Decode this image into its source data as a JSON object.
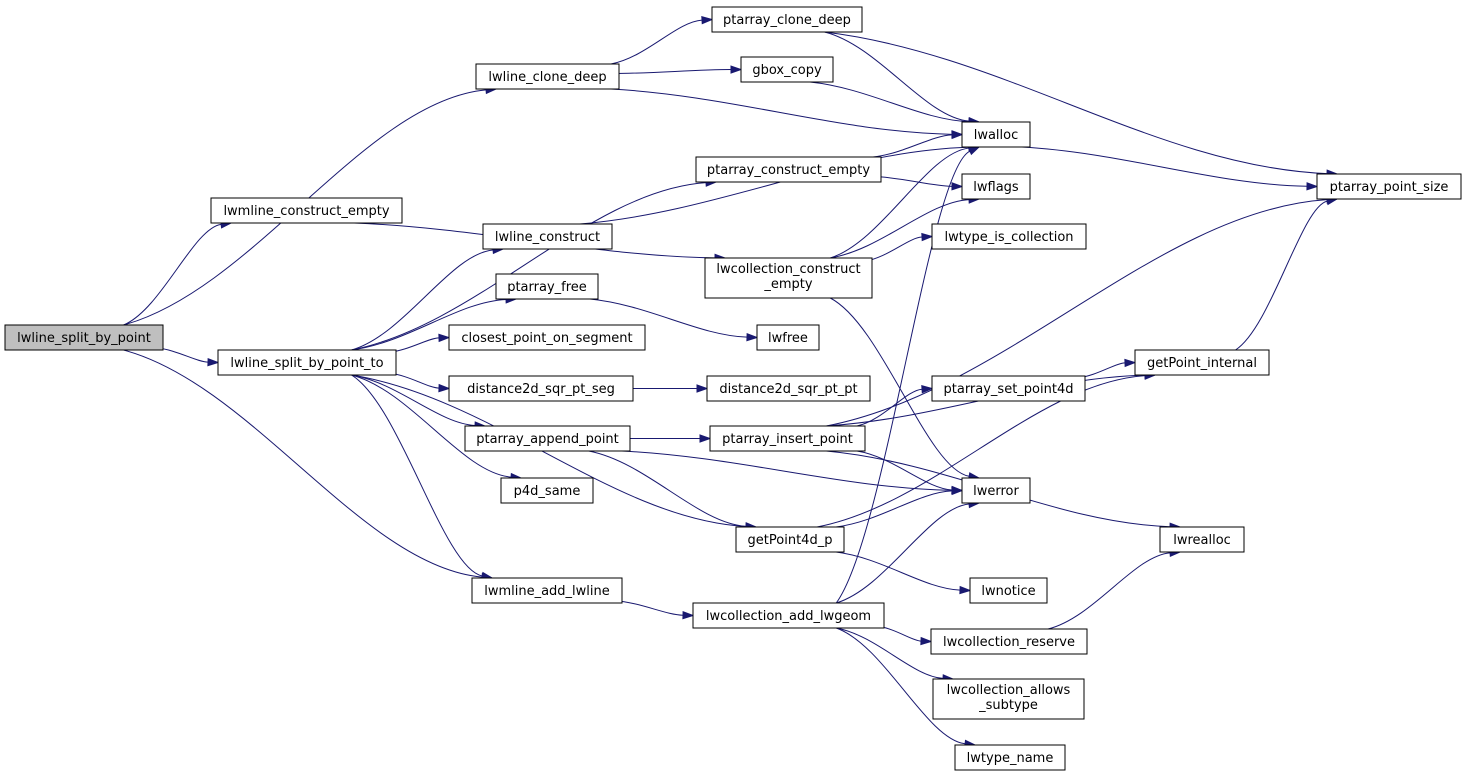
{
  "nodes": [
    {
      "id": "lwline_split_by_point",
      "lines": [
        "lwline_split_by_point"
      ],
      "root": true
    },
    {
      "id": "lwline_clone_deep",
      "lines": [
        "lwline_clone_deep"
      ]
    },
    {
      "id": "lwmline_construct_empty",
      "lines": [
        "lwmline_construct_empty"
      ]
    },
    {
      "id": "lwline_split_by_point_to",
      "lines": [
        "lwline_split_by_point_to"
      ]
    },
    {
      "id": "lwmline_add_lwline",
      "lines": [
        "lwmline_add_lwline"
      ]
    },
    {
      "id": "ptarray_clone_deep",
      "lines": [
        "ptarray_clone_deep"
      ]
    },
    {
      "id": "gbox_copy",
      "lines": [
        "gbox_copy"
      ]
    },
    {
      "id": "lwalloc",
      "lines": [
        "lwalloc"
      ]
    },
    {
      "id": "ptarray_point_size",
      "lines": [
        "ptarray_point_size"
      ]
    },
    {
      "id": "ptarray_construct_empty",
      "lines": [
        "ptarray_construct_empty"
      ]
    },
    {
      "id": "lwflags",
      "lines": [
        "lwflags"
      ]
    },
    {
      "id": "lwline_construct",
      "lines": [
        "lwline_construct"
      ]
    },
    {
      "id": "lwcollection_construct_empty",
      "lines": [
        "lwcollection_construct",
        "_empty"
      ]
    },
    {
      "id": "lwtype_is_collection",
      "lines": [
        "lwtype_is_collection"
      ]
    },
    {
      "id": "ptarray_free",
      "lines": [
        "ptarray_free"
      ]
    },
    {
      "id": "lwfree",
      "lines": [
        "lwfree"
      ]
    },
    {
      "id": "closest_point_on_segment",
      "lines": [
        "closest_point_on_segment"
      ]
    },
    {
      "id": "distance2d_sqr_pt_seg",
      "lines": [
        "distance2d_sqr_pt_seg"
      ]
    },
    {
      "id": "distance2d_sqr_pt_pt",
      "lines": [
        "distance2d_sqr_pt_pt"
      ]
    },
    {
      "id": "ptarray_append_point",
      "lines": [
        "ptarray_append_point"
      ]
    },
    {
      "id": "ptarray_insert_point",
      "lines": [
        "ptarray_insert_point"
      ]
    },
    {
      "id": "ptarray_set_point4d",
      "lines": [
        "ptarray_set_point4d"
      ]
    },
    {
      "id": "getPoint_internal",
      "lines": [
        "getPoint_internal"
      ]
    },
    {
      "id": "p4d_same",
      "lines": [
        "p4d_same"
      ]
    },
    {
      "id": "lwerror",
      "lines": [
        "lwerror"
      ]
    },
    {
      "id": "getPoint4d_p",
      "lines": [
        "getPoint4d_p"
      ]
    },
    {
      "id": "lwrealloc",
      "lines": [
        "lwrealloc"
      ]
    },
    {
      "id": "lwnotice",
      "lines": [
        "lwnotice"
      ]
    },
    {
      "id": "lwcollection_add_lwgeom",
      "lines": [
        "lwcollection_add_lwgeom"
      ]
    },
    {
      "id": "lwcollection_reserve",
      "lines": [
        "lwcollection_reserve"
      ]
    },
    {
      "id": "lwcollection_allows_subtype",
      "lines": [
        "lwcollection_allows",
        "_subtype"
      ]
    },
    {
      "id": "lwtype_name",
      "lines": [
        "lwtype_name"
      ]
    }
  ],
  "edges": [
    [
      "lwline_split_by_point",
      "lwline_clone_deep"
    ],
    [
      "lwline_split_by_point",
      "lwmline_construct_empty"
    ],
    [
      "lwline_split_by_point",
      "lwline_split_by_point_to"
    ],
    [
      "lwline_split_by_point",
      "lwmline_add_lwline"
    ],
    [
      "lwline_clone_deep",
      "ptarray_clone_deep"
    ],
    [
      "lwline_clone_deep",
      "gbox_copy"
    ],
    [
      "lwline_clone_deep",
      "lwalloc"
    ],
    [
      "ptarray_clone_deep",
      "lwalloc"
    ],
    [
      "ptarray_clone_deep",
      "ptarray_point_size"
    ],
    [
      "gbox_copy",
      "lwalloc"
    ],
    [
      "lwmline_construct_empty",
      "lwcollection_construct_empty"
    ],
    [
      "lwline_split_by_point_to",
      "ptarray_construct_empty"
    ],
    [
      "lwline_split_by_point_to",
      "lwline_construct"
    ],
    [
      "lwline_split_by_point_to",
      "ptarray_free"
    ],
    [
      "lwline_split_by_point_to",
      "closest_point_on_segment"
    ],
    [
      "lwline_split_by_point_to",
      "distance2d_sqr_pt_seg"
    ],
    [
      "lwline_split_by_point_to",
      "ptarray_append_point"
    ],
    [
      "lwline_split_by_point_to",
      "p4d_same"
    ],
    [
      "lwline_split_by_point_to",
      "getPoint4d_p"
    ],
    [
      "lwline_split_by_point_to",
      "lwmline_add_lwline"
    ],
    [
      "ptarray_construct_empty",
      "lwalloc"
    ],
    [
      "ptarray_construct_empty",
      "lwflags"
    ],
    [
      "lwalloc",
      "ptarray_point_size"
    ],
    [
      "lwline_construct",
      "lwalloc"
    ],
    [
      "lwcollection_construct_empty",
      "lwalloc"
    ],
    [
      "lwcollection_construct_empty",
      "lwflags"
    ],
    [
      "lwcollection_construct_empty",
      "lwtype_is_collection"
    ],
    [
      "lwcollection_construct_empty",
      "lwerror"
    ],
    [
      "ptarray_free",
      "lwfree"
    ],
    [
      "distance2d_sqr_pt_seg",
      "distance2d_sqr_pt_pt"
    ],
    [
      "ptarray_append_point",
      "ptarray_insert_point"
    ],
    [
      "ptarray_append_point",
      "lwerror"
    ],
    [
      "ptarray_append_point",
      "getPoint4d_p"
    ],
    [
      "ptarray_insert_point",
      "ptarray_set_point4d"
    ],
    [
      "ptarray_insert_point",
      "getPoint_internal"
    ],
    [
      "ptarray_insert_point",
      "ptarray_point_size"
    ],
    [
      "ptarray_insert_point",
      "lwerror"
    ],
    [
      "ptarray_insert_point",
      "lwrealloc"
    ],
    [
      "ptarray_set_point4d",
      "getPoint_internal"
    ],
    [
      "getPoint_internal",
      "ptarray_point_size"
    ],
    [
      "getPoint4d_p",
      "lwerror"
    ],
    [
      "getPoint4d_p",
      "getPoint_internal"
    ],
    [
      "getPoint4d_p",
      "lwnotice"
    ],
    [
      "lwmline_add_lwline",
      "lwcollection_add_lwgeom"
    ],
    [
      "lwcollection_add_lwgeom",
      "lwerror"
    ],
    [
      "lwcollection_add_lwgeom",
      "lwalloc"
    ],
    [
      "lwcollection_add_lwgeom",
      "lwcollection_reserve"
    ],
    [
      "lwcollection_add_lwgeom",
      "lwcollection_allows_subtype"
    ],
    [
      "lwcollection_add_lwgeom",
      "lwtype_name"
    ],
    [
      "lwcollection_reserve",
      "lwrealloc"
    ]
  ]
}
